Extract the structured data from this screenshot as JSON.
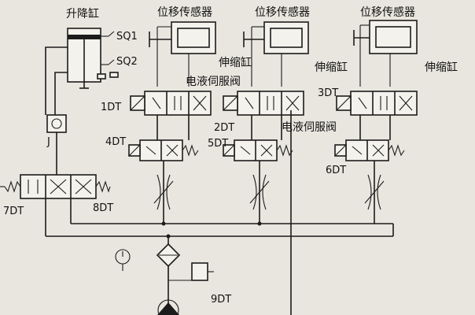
{
  "labels": {
    "lift_cylinder": "升降缸",
    "sq1": "SQ1",
    "sq2": "SQ2",
    "sensor_1": "位移传感器",
    "sensor_2": "位移传感器",
    "sensor_3": "位移传感器",
    "telescopic_1": "伸缩缸",
    "telescopic_2": "伸缩缸",
    "telescopic_3": "伸缩缸",
    "servo_valve_1": "电液伺服阀",
    "servo_valve_2": "电液伺服阀",
    "dt1": "1DT",
    "dt2": "2DT",
    "dt3": "3DT",
    "dt4": "4DT",
    "dt5": "5DT",
    "dt6": "6DT",
    "dt7": "7DT",
    "dt8": "8DT",
    "dt9": "9DT",
    "j": "J"
  },
  "colors": {
    "ink": "#1c1c1c",
    "paper": "#e9e6df"
  }
}
